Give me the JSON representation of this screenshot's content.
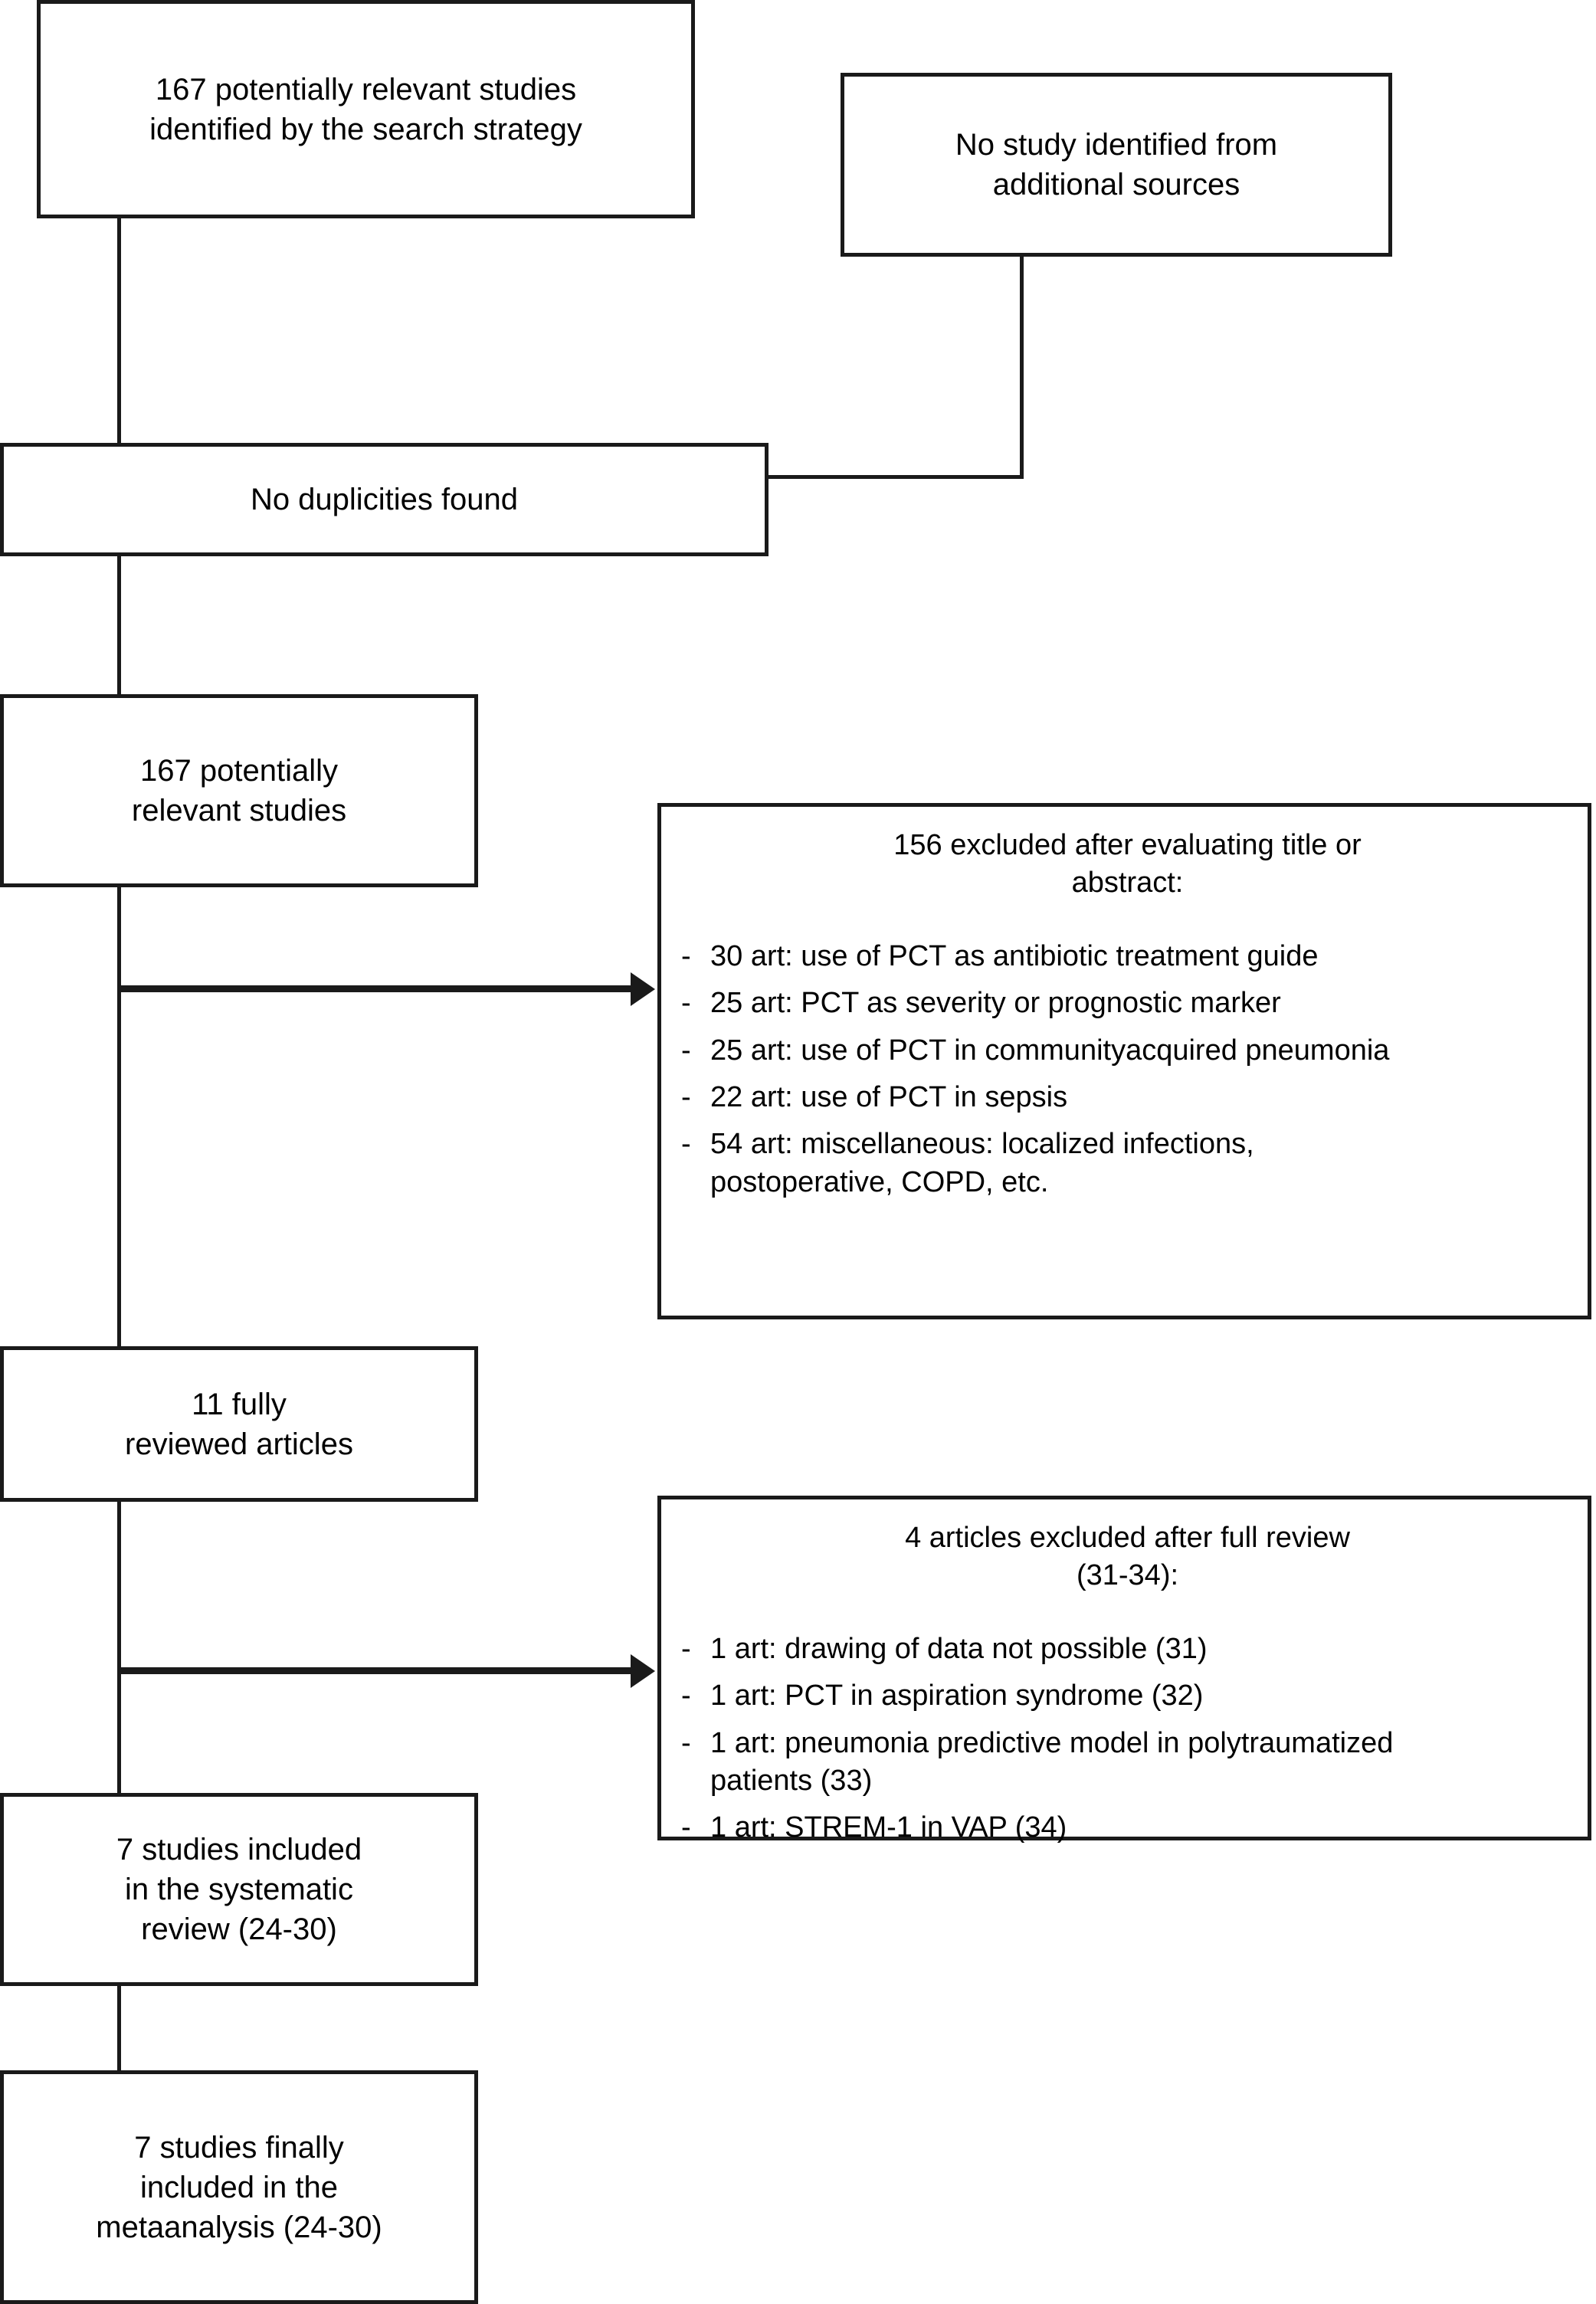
{
  "diagram": {
    "type": "prisma-flow-diagram",
    "title": "Study selection flow diagram",
    "colors": {
      "stroke": "#1a1a1a",
      "background": "#ffffff",
      "text": "#000000"
    },
    "nodes": {
      "identified": {
        "id": "identified",
        "text": "167 potentially relevant studies\nidentified by the search strategy"
      },
      "additional_sources": {
        "id": "additional-sources",
        "text": "No study identified from\nadditional sources"
      },
      "duplicities": {
        "id": "duplicities",
        "text": "No duplicities found"
      },
      "screened": {
        "id": "screened",
        "text": "167 potentially\nrelevant studies"
      },
      "excluded_title_abstract": {
        "id": "excluded-title-abstract",
        "header": "156 excluded after evaluating title or\nabstract:",
        "items": [
          {
            "dash": "-",
            "text": "30 art: use of PCT as antibiotic treatment guide"
          },
          {
            "dash": "-",
            "text": "25 art: PCT as severity or prognostic marker"
          },
          {
            "dash": "-",
            "text": "25 art: use of PCT in communityacquired pneumonia"
          },
          {
            "dash": "-",
            "text": "22 art: use of PCT in sepsis"
          },
          {
            "dash": "-",
            "text": "54 art: miscellaneous: localized infections,",
            "cont": "postoperative, COPD, etc."
          }
        ]
      },
      "fully_reviewed": {
        "id": "fully-reviewed",
        "text": "11 fully\nreviewed articles"
      },
      "excluded_full_review": {
        "id": "excluded-full-review",
        "header": "4 articles excluded after full review\n(31-34):",
        "items": [
          {
            "dash": "-",
            "text": "1 art: drawing of data not possible (31)"
          },
          {
            "dash": "-",
            "text": "1 art: PCT in aspiration syndrome (32)"
          },
          {
            "dash": "-",
            "text": "1 art: pneumonia predictive model in polytraumatized",
            "cont": "patients (33)"
          },
          {
            "dash": "-",
            "text": "1 art: STREM-1 in VAP (34)"
          }
        ]
      },
      "systematic_review": {
        "id": "systematic-review",
        "text": "7 studies included\nin the systematic\nreview (24-30)"
      },
      "metaanalysis": {
        "id": "metaanalysis",
        "text": "7 studies finally\nincluded in the\nmetaanalysis (24-30)"
      }
    }
  }
}
